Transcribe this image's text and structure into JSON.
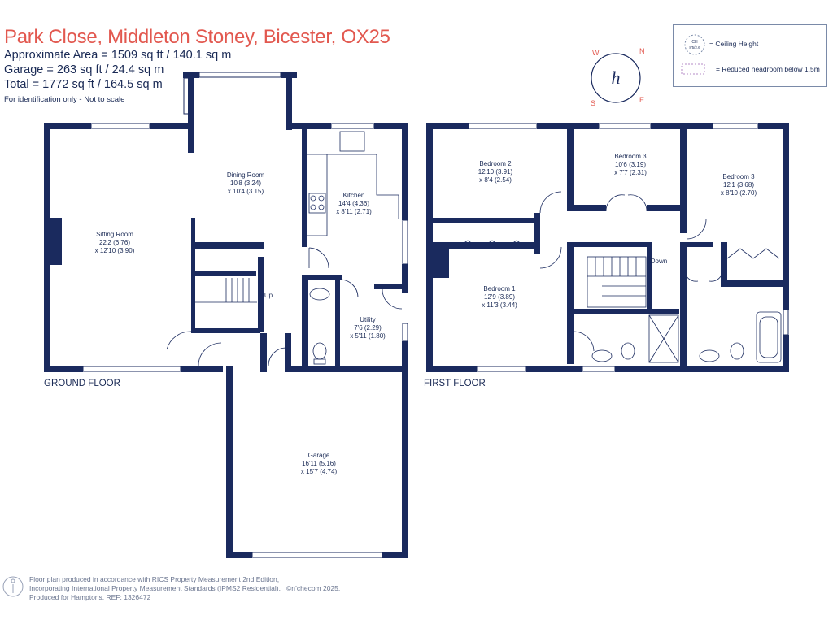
{
  "header": {
    "title": "Park Close, Middleton Stoney, Bicester, OX25",
    "approx_area": "Approximate Area = 1509 sq ft / 140.1 sq m",
    "garage_area": "Garage = 263 sq ft / 24.4 sq m",
    "total_area": "Total = 1772 sq ft / 164.5 sq m",
    "note": "For identification only - Not to scale"
  },
  "legend": {
    "ceiling_height": "= Ceiling Height",
    "reduced_headroom": "= Reduced headroom below 1.5m",
    "circle_top": "CH",
    "circle_bottom": "8'5/2.6"
  },
  "compass": {
    "w": "W",
    "n": "N",
    "s": "S",
    "e": "E"
  },
  "floors": {
    "ground": "GROUND FLOOR",
    "first": "FIRST FLOOR"
  },
  "rooms": {
    "dining": {
      "name": "Dining Room",
      "imperial": "10'8 (3.24)",
      "metric": "x 10'4 (3.15)"
    },
    "sitting": {
      "name": "Sitting Room",
      "imperial": "22'2 (6.76)",
      "metric": "x 12'10 (3.90)"
    },
    "kitchen": {
      "name": "Kitchen",
      "imperial": "14'4 (4.36)",
      "metric": "x 8'11 (2.71)"
    },
    "utility": {
      "name": "Utility",
      "imperial": "7'6 (2.29)",
      "metric": "x 5'11 (1.80)"
    },
    "garage": {
      "name": "Garage",
      "imperial": "16'11 (5.16)",
      "metric": "x 15'7 (4.74)"
    },
    "bedroom2": {
      "name": "Bedroom 2",
      "imperial": "12'10 (3.91)",
      "metric": "x 8'4 (2.54)"
    },
    "bedroom3a": {
      "name": "Bedroom 3",
      "imperial": "10'6 (3.19)",
      "metric": "x 7'7 (2.31)"
    },
    "bedroom3b": {
      "name": "Bedroom 3",
      "imperial": "12'1 (3.68)",
      "metric": "x 8'10 (2.70)"
    },
    "bedroom1": {
      "name": "Bedroom 1",
      "imperial": "12'9 (3.89)",
      "metric": "x 11'3 (3.44)"
    }
  },
  "stairs": {
    "up": "Up",
    "down": "Down"
  },
  "footer": {
    "line1": "Floor plan produced in accordance with RICS Property Measurement 2nd Edition,",
    "line2": "Incorporating International Property Measurement Standards (IPMS2 Residential).",
    "brand": "©n’checom 2025.",
    "line3": "Produced for Hamptons.   REF:  1326472"
  },
  "colors": {
    "wall": "#1a2a5e",
    "title": "#e2584f",
    "text": "#1a2a55"
  }
}
